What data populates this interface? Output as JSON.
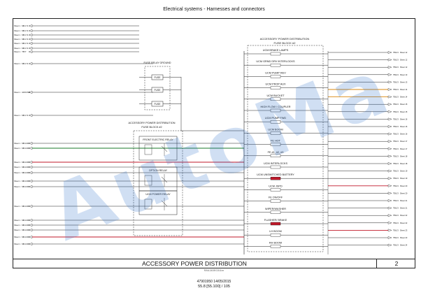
{
  "header": {
    "title": "Electrical systems - Harnesses and connectors"
  },
  "footer": {
    "title": "ACCESSORY POWER DISTRIBUTION",
    "page": "2",
    "ref": "RAIL14DEG311xx",
    "doc_number": "47901950 14/05/2015",
    "doc_page": "55.8 [55.100] / 105"
  },
  "watermark": {
    "text": "AutoMa"
  },
  "blocks": {
    "fuse_relay_ground": "FUSE RELAY GROUND",
    "fuse_block_2": [
      "ACCESSORY POWER DISTRIBUTION",
      "FUSE BLOCK #2"
    ],
    "fuse_block_1": [
      "ACCESSORY POWER DISTRIBUTION",
      "FUSE BLOCK #2"
    ],
    "fuses_left": [
      "FUSE",
      "FUSE",
      "FUSE"
    ],
    "relays_left": [
      "FRONT ELECTRIC RELAY",
      "OPTION RELAY",
      "UCM POWER RELAY"
    ]
  },
  "fuses_right": [
    "UCM BRAKE LAMPS",
    "UCM GRND DRV INTERLOCKS",
    "UCM PUMP REV",
    "UCM PROP AUX",
    "UCM BUCKET",
    "HIGH FLOW / COUPLER",
    "UCM PUMP FWD",
    "UCM BOOM",
    "FE HOT",
    "FE #1, #2, #3",
    "UCM INTERLOCKS",
    "UCM UNSWITCHED BATTERY",
    "UCM JSPD",
    "FE ON/OFF",
    "WIPER/WASHER",
    "FLASHER/ BRAKE",
    "LH BOOM",
    "RH BOOM"
  ],
  "left_connectors": [
    "Sheet 1 · MB-171",
    "Sheet 1 · MB-171",
    "Sheet 1 · MB-171",
    "Sheet 1 · MB-171",
    "Sheet 1 · MB-171",
    "Sheet 1 · MB-171",
    "Sheet 1 · TB77",
    "Sheet 1 · MB-171",
    "Sheet 1 · GROUND",
    "Sheet 1 · MB-171",
    "Sheet 1 · MB-1000",
    "Sheet 1 · MB-1000",
    "Sheet 1 · MB-1000",
    "Sheet 1 · MB-1000",
    "Sheet 1 · MB-1000",
    "Sheet 1 · MB-1000",
    "Sheet 1 · MB-1000",
    "Sheet 1 · MB-1000",
    "Sheet 1 · MB-1000",
    "Sheet 1 · MB-1000",
    "Sheet 1 · MB-1000",
    "Sheet 1 · MB-1000",
    "Sheet 1 · MB-1000"
  ],
  "right_connectors": [
    "TB/1/3 · Sheet 12",
    "TB/1/3 · Sheet 12",
    "TB/1/3 · Sheet 12",
    "TB/1/3 · Sheet 13",
    "TB/1/3 · Sheet 13",
    "TB/1/3 · Sheet 14",
    "TB/1/3 · Sheet 14",
    "TB/1/3 · Sheet 15",
    "TB/1/3 · Sheet 15",
    "TB/1/3 · Sheet 16",
    "TB/1/3 · Sheet 16",
    "TB/1/3 · Sheet 16",
    "TB/1/3 · Sheet 17",
    "TB/1/3 · Sheet 17",
    "TB/1/3 · Sheet 18",
    "TB/1/3 · Sheet 18",
    "TB/1/3 · Sheet 19",
    "TB/1/3 · Sheet 19",
    "TB/1/3 · Sheet 20",
    "TB/1/3 · Sheet 20",
    "TB/1/3 · Sheet 21",
    "TB/1/3 · Sheet 21",
    "TB/1/3 · Sheet 22",
    "TB/1/3 · Sheet 22",
    "TB/1/3 · Sheet 23",
    "TB/1/3 · Sheet 23",
    "TB/1/3 · Sheet 24"
  ],
  "colors": {
    "wire": "#222222",
    "wire_red": "#c0182a",
    "wire_green": "#1a7a2a",
    "wire_orange": "#d98a12"
  }
}
